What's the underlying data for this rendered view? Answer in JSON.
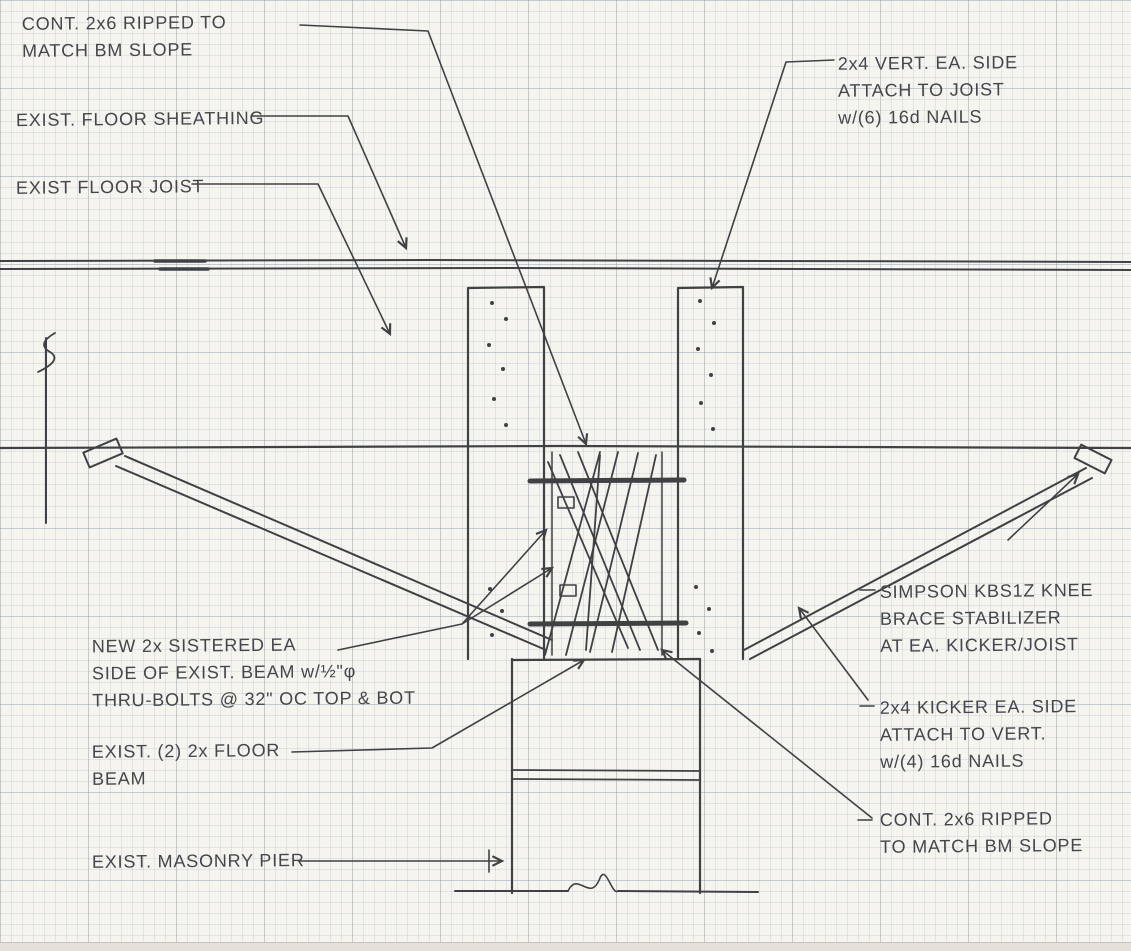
{
  "drawing": {
    "title": "Hand-drawn structural detail sketch - floor beam reinforcement at masonry pier",
    "labels": {
      "cont_2x6_top": "CONT. 2x6 RIPPED TO\nMATCH BM SLOPE",
      "vert_2x4": "2x4 VERT. EA. SIDE\nATTACH TO JOIST\nw/(6) 16d NAILS",
      "exist_sheathing": "EXIST. FLOOR SHEATHING",
      "exist_joist": "EXIST FLOOR JOIST",
      "new_2x_sistered": "NEW 2x SISTERED EA\nSIDE OF EXIST. BEAM w/½\"φ\nTHRU-BOLTS @ 32\" OC TOP & BOT",
      "exist_beam": "EXIST. (2) 2x FLOOR\nBEAM",
      "exist_pier": "EXIST. MASONRY PIER",
      "simpson": "SIMPSON KBS1Z KNEE\nBRACE STABILIZER\nAT EA. KICKER/JOIST",
      "kicker_2x4": "2x4 KICKER EA. SIDE\nATTACH TO VERT.\nw/(4) 16d NAILS",
      "cont_2x6_bottom": "CONT. 2x6 RIPPED\nTO MATCH BM SLOPE"
    },
    "colors": {
      "paper": "#f5f4ee",
      "grid": "#aebecb",
      "pencil": "#3f4144"
    }
  }
}
